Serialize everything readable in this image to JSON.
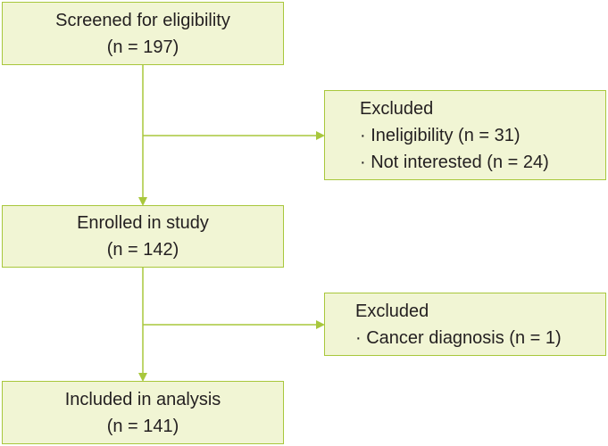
{
  "colors": {
    "box_fill": "#f1f5d4",
    "box_border": "#a8c73c",
    "connector": "#a8c73c",
    "text": "#231f20"
  },
  "boxes": {
    "screened": {
      "title": "Screened for eligibility",
      "count": "(n = 197)"
    },
    "excluded_1": {
      "heading": "Excluded",
      "items": [
        "· Ineligibility (n = 31)",
        "· Not interested (n = 24)"
      ]
    },
    "enrolled": {
      "title": "Enrolled in study",
      "count": "(n = 142)"
    },
    "excluded_2": {
      "heading": "Excluded",
      "items": [
        "· Cancer diagnosis (n = 1)"
      ]
    },
    "included": {
      "title": "Included in analysis",
      "count": "(n = 141)"
    }
  }
}
